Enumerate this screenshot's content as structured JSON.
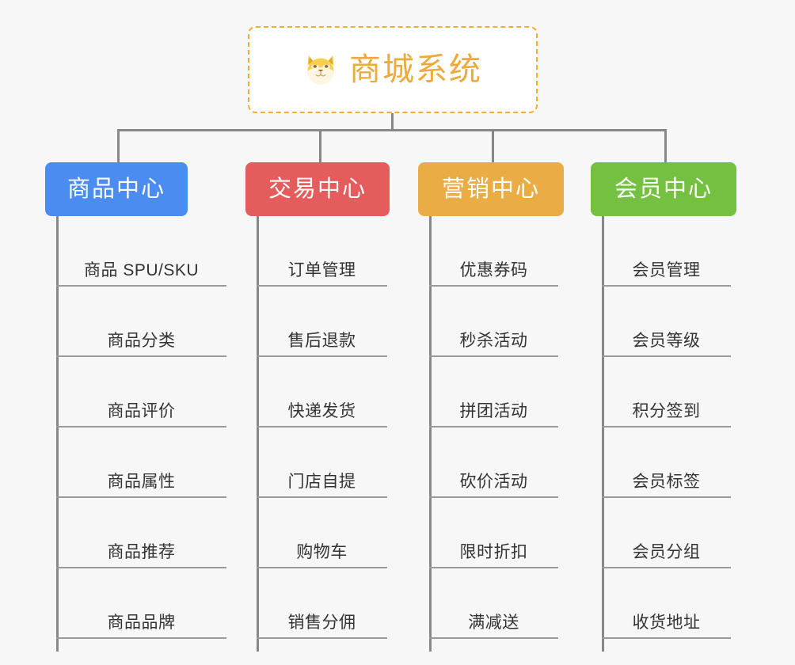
{
  "page": {
    "background_color": "#f7f7f7",
    "line_color": "#878787",
    "leaf_rule_color": "#9a9a9a",
    "leaf_text_color": "#333333"
  },
  "root": {
    "title": "商城系统",
    "icon": "shiba-dog-icon",
    "border_color": "#f0ad31",
    "text_color": "#eda93a",
    "background": "#ffffff"
  },
  "categories": [
    {
      "id": "product-center",
      "label": "商品中心",
      "color": "#4a8cf0",
      "items": [
        "商品 SPU/SKU",
        "商品分类",
        "商品评价",
        "商品属性",
        "商品推荐",
        "商品品牌"
      ]
    },
    {
      "id": "trade-center",
      "label": "交易中心",
      "color": "#e55c5c",
      "items": [
        "订单管理",
        "售后退款",
        "快递发货",
        "门店自提",
        "购物车",
        "销售分佣"
      ]
    },
    {
      "id": "marketing-center",
      "label": "营销中心",
      "color": "#eaad45",
      "items": [
        "优惠券码",
        "秒杀活动",
        "拼团活动",
        "砍价活动",
        "限时折扣",
        "满减送"
      ]
    },
    {
      "id": "member-center",
      "label": "会员中心",
      "color": "#74c040",
      "items": [
        "会员管理",
        "会员等级",
        "积分签到",
        "会员标签",
        "会员分组",
        "收货地址"
      ]
    }
  ]
}
